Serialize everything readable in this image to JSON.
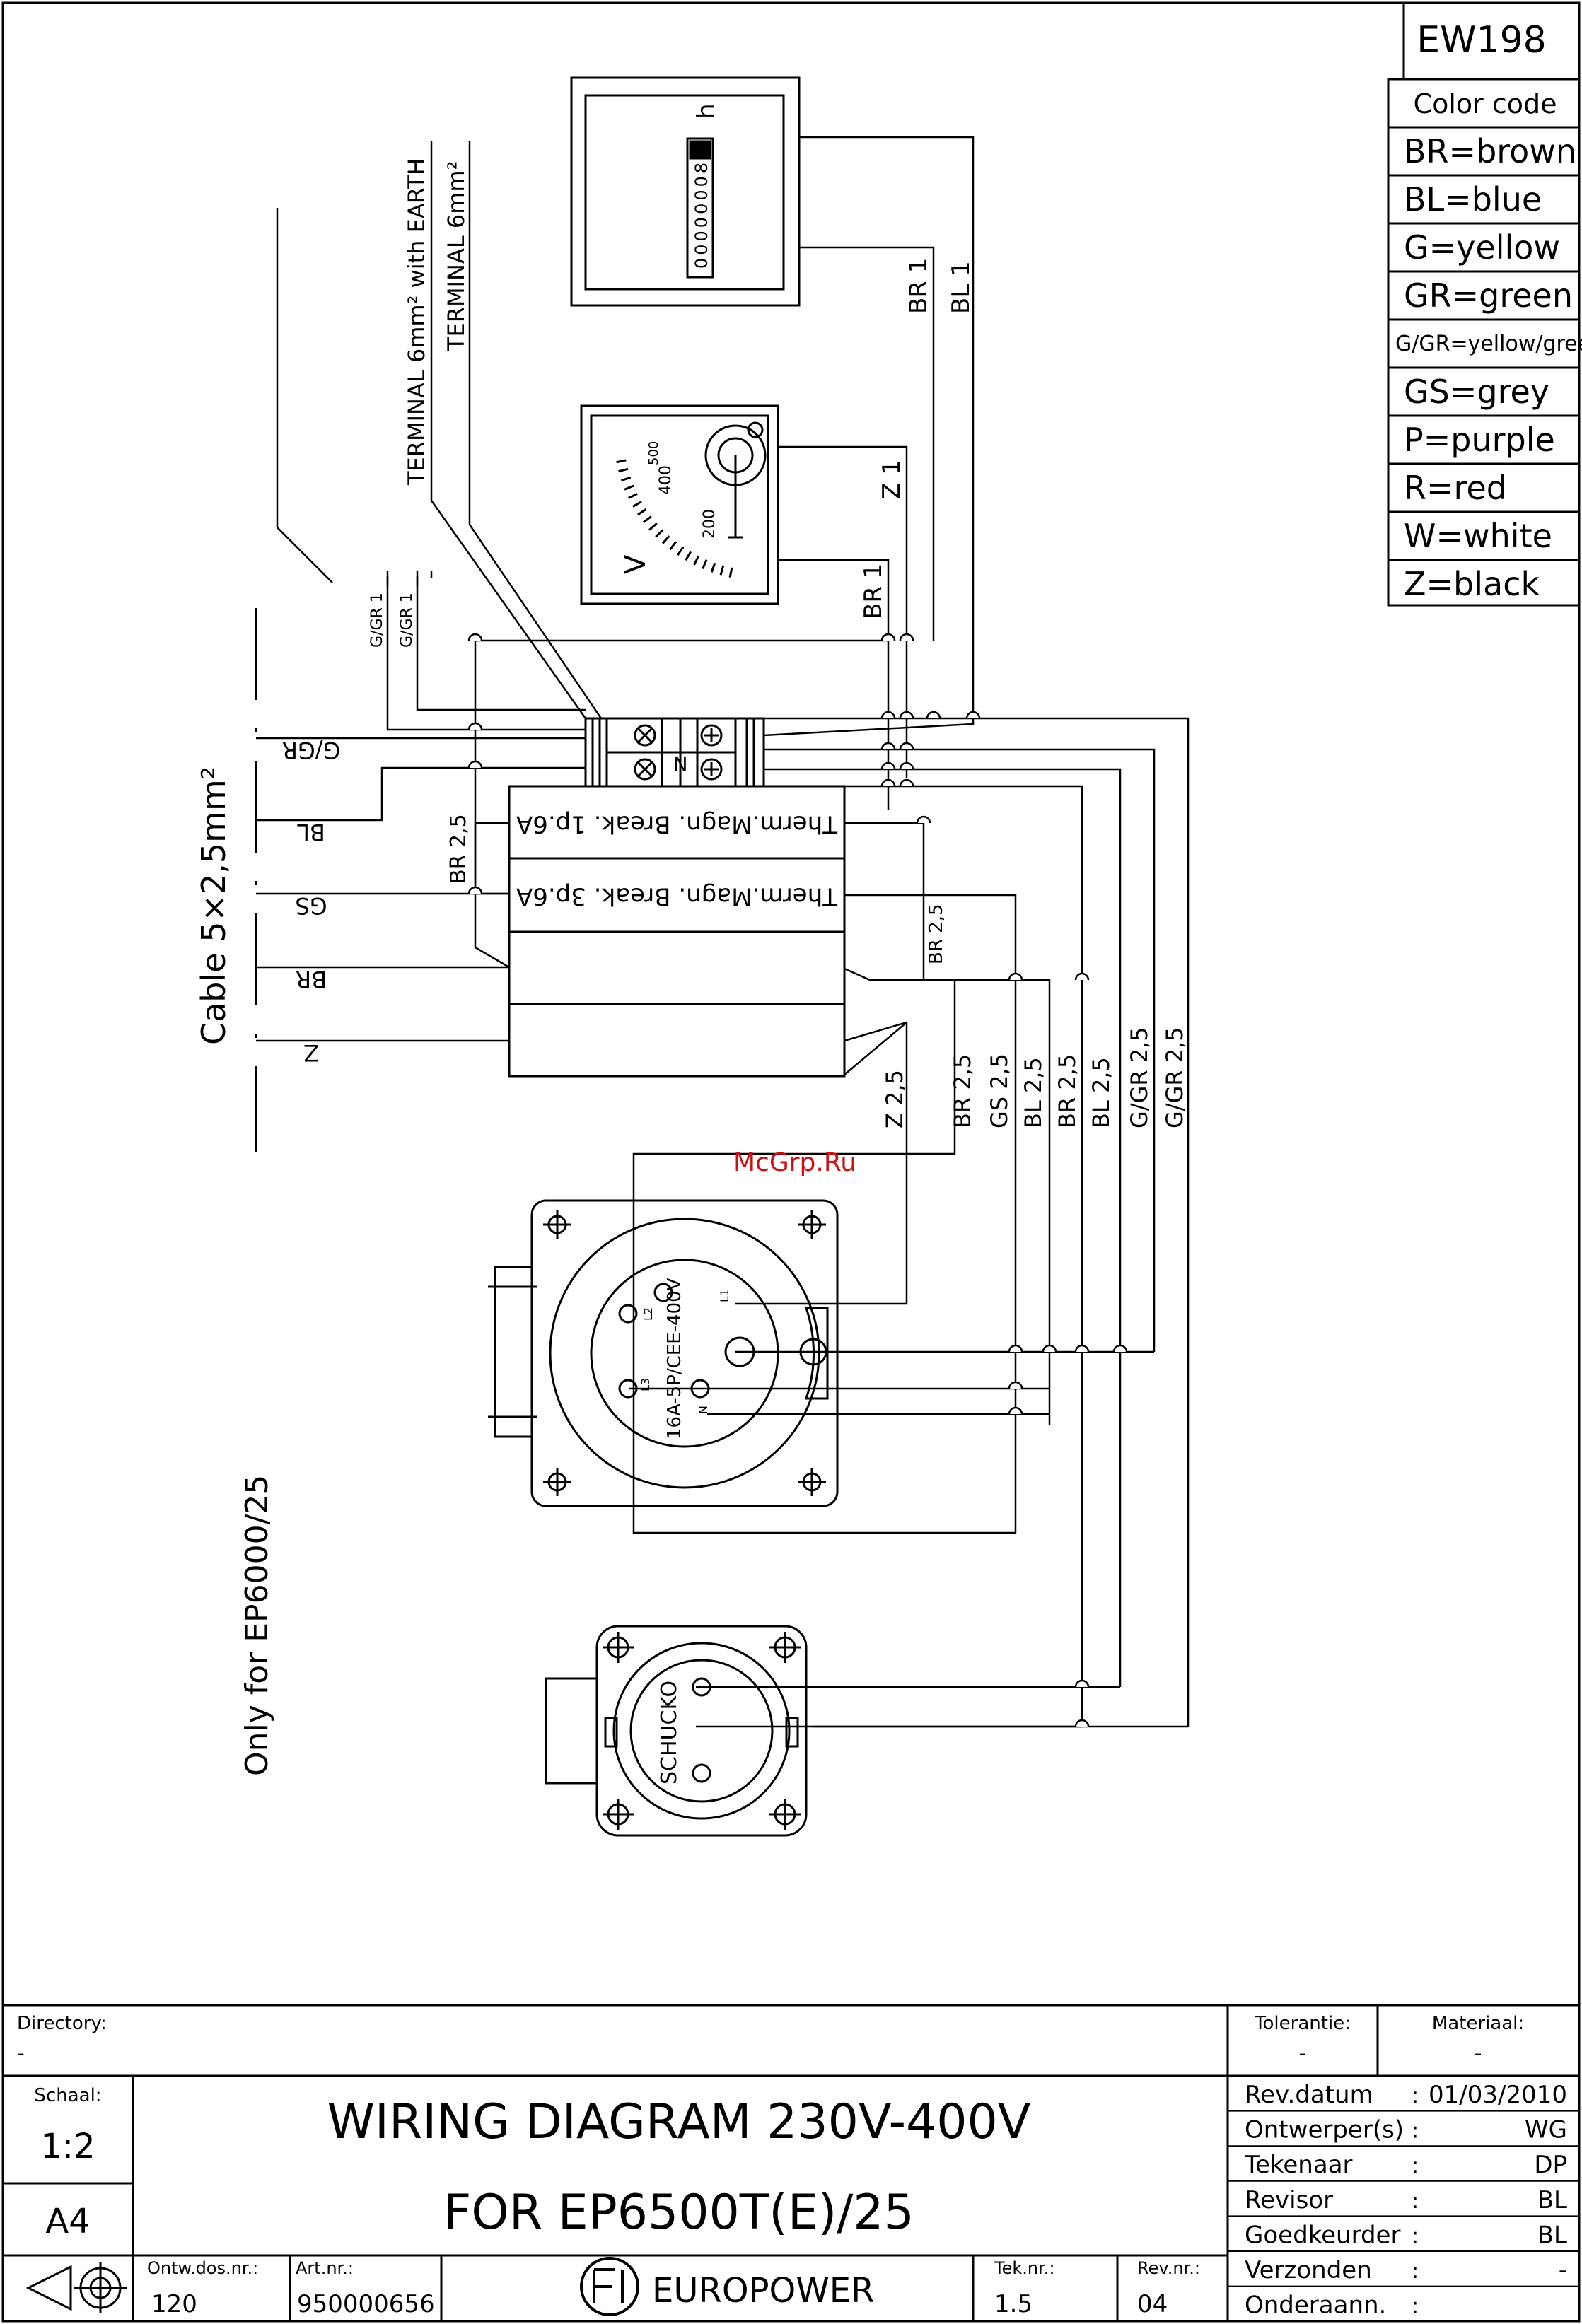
{
  "drawing_code": "EW198",
  "color_code": {
    "title": "Color code",
    "entries": [
      "BR=brown",
      "BL=blue",
      "G=yellow",
      "GR=green",
      "G/GR=yellow/green",
      "GS=grey",
      "P=purple",
      "R=red",
      "W=white",
      "Z=black"
    ]
  },
  "labels": {
    "terminal_earth": "TERMINAL 6mm² with EARTH",
    "terminal": "TERMINAL 6mm²",
    "hour_meter_unit": "h",
    "hour_meter_digits": "00000008",
    "voltmeter_v": "V",
    "voltmeter_scale": [
      "200",
      "400",
      "500"
    ],
    "wire_br1": "BR 1",
    "wire_bl1": "BL 1",
    "wire_z1": "Z 1",
    "wire_br1_b": "BR 1",
    "ggr1_a": "G/GR 1",
    "ggr1_b": "G/GR 1",
    "cable": "Cable 5×2,5mm²",
    "cable_wires": [
      "G/GR",
      "BL",
      "GS",
      "BR",
      "Z"
    ],
    "br25_left": "BR 2,5",
    "br25_mid": "BR 2,5",
    "breaker_1p": "Therm.Magn. Break. 1p.6A",
    "breaker_3p": "Therm.Magn. Break. 3p.6A",
    "terminal_n": "N",
    "bottom_wires": [
      "Z 2,5",
      "BR 2,5",
      "GS 2,5",
      "BL 2,5",
      "BR 2,5",
      "BL 2,5",
      "G/GR 2,5",
      "G/GR 2,5"
    ],
    "cee_socket": "16A-5P/CEE-400V",
    "cee_pins": [
      "L1",
      "L2",
      "L3",
      "N"
    ],
    "schuko": "SCHUCKO",
    "only_for": "Only for EP6000/25",
    "watermark": "McGrp.Ru"
  },
  "title_block": {
    "directory_label": "Directory:",
    "directory_value": "-",
    "tolerantie_label": "Tolerantie:",
    "tolerantie_value": "-",
    "materiaal_label": "Materiaal:",
    "materiaal_value": "-",
    "schaal_label": "Schaal:",
    "schaal_value": "1:2",
    "format": "A4",
    "title_line1": "WIRING DIAGRAM 230V-400V",
    "title_line2": "FOR EP6500T(E)/25",
    "ontw_label": "Ontw.dos.nr.:",
    "ontw_value": "120",
    "art_label": "Art.nr.:",
    "art_value": "950000656",
    "company": "EUROPOWER",
    "tek_label": "Tek.nr.:",
    "tek_value": "1.5",
    "rev_label": "Rev.nr.:",
    "rev_value": "04",
    "info_rows": [
      {
        "label": "Rev.datum",
        "value": "01/03/2010"
      },
      {
        "label": "Ontwerper(s)",
        "value": "WG"
      },
      {
        "label": "Tekenaar",
        "value": "DP"
      },
      {
        "label": "Revisor",
        "value": "BL"
      },
      {
        "label": "Goedkeurder",
        "value": "BL"
      },
      {
        "label": "Verzonden",
        "value": "-"
      },
      {
        "label": "Onderaann.",
        "value": ""
      }
    ]
  }
}
